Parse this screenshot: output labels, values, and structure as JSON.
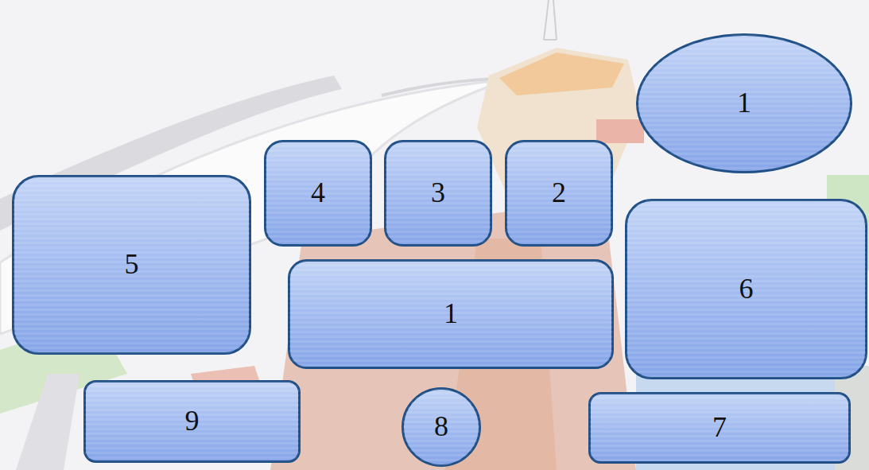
{
  "diagram": {
    "nodes": [
      {
        "text": [
          "1"
        ]
      },
      {
        "text": [
          "4"
        ]
      },
      {
        "text": [
          "3"
        ]
      },
      {
        "text": [
          "2"
        ]
      },
      {
        "text": [
          "5"
        ]
      },
      {
        "text": [
          "1"
        ]
      },
      {
        "text": [
          "6"
        ]
      },
      {
        "text": [
          "9"
        ]
      },
      {
        "text": [
          "8"
        ]
      },
      {
        "text": [
          "7"
        ]
      }
    ]
  }
}
